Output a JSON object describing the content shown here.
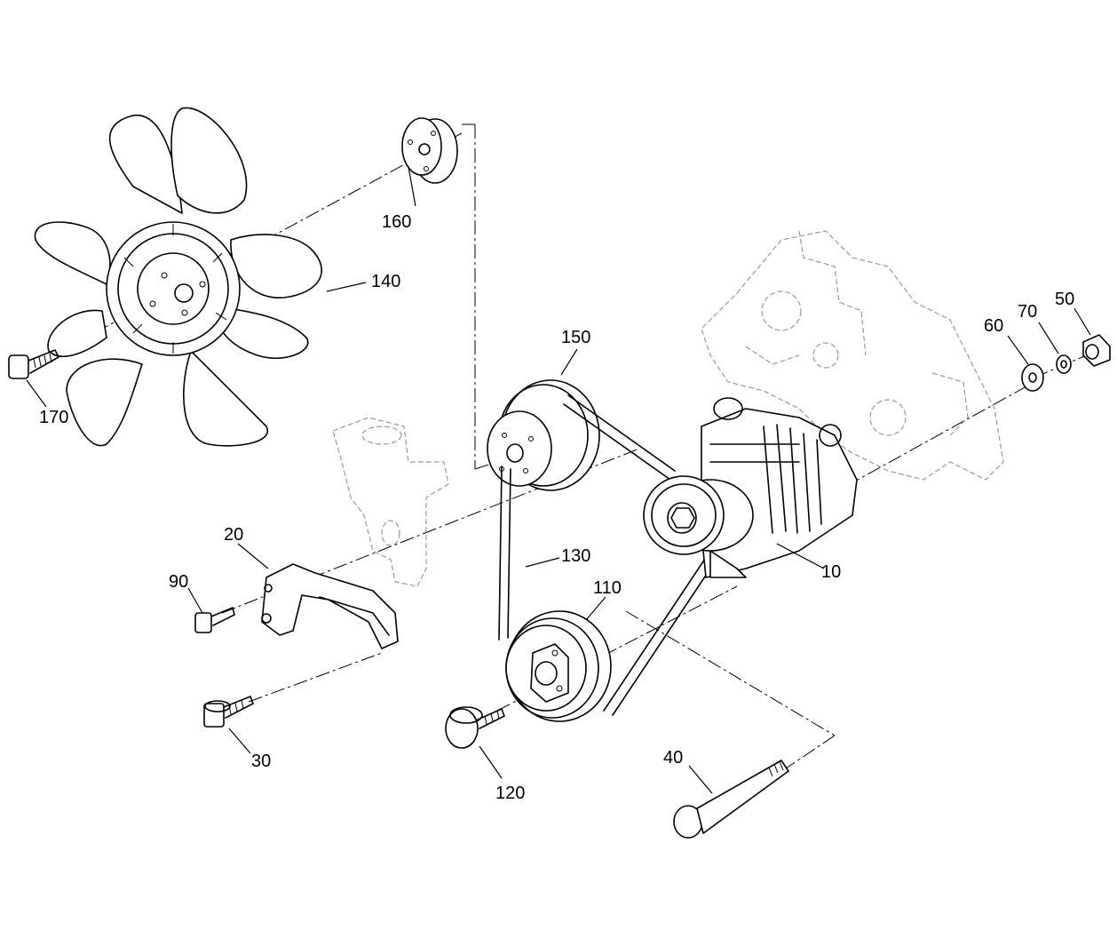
{
  "callouts": {
    "c10": "10",
    "c20": "20",
    "c30": "30",
    "c40": "40",
    "c50": "50",
    "c60": "60",
    "c70": "70",
    "c90": "90",
    "c110": "110",
    "c120": "120",
    "c130": "130",
    "c140": "140",
    "c150": "150",
    "c160": "160",
    "c170": "170"
  }
}
